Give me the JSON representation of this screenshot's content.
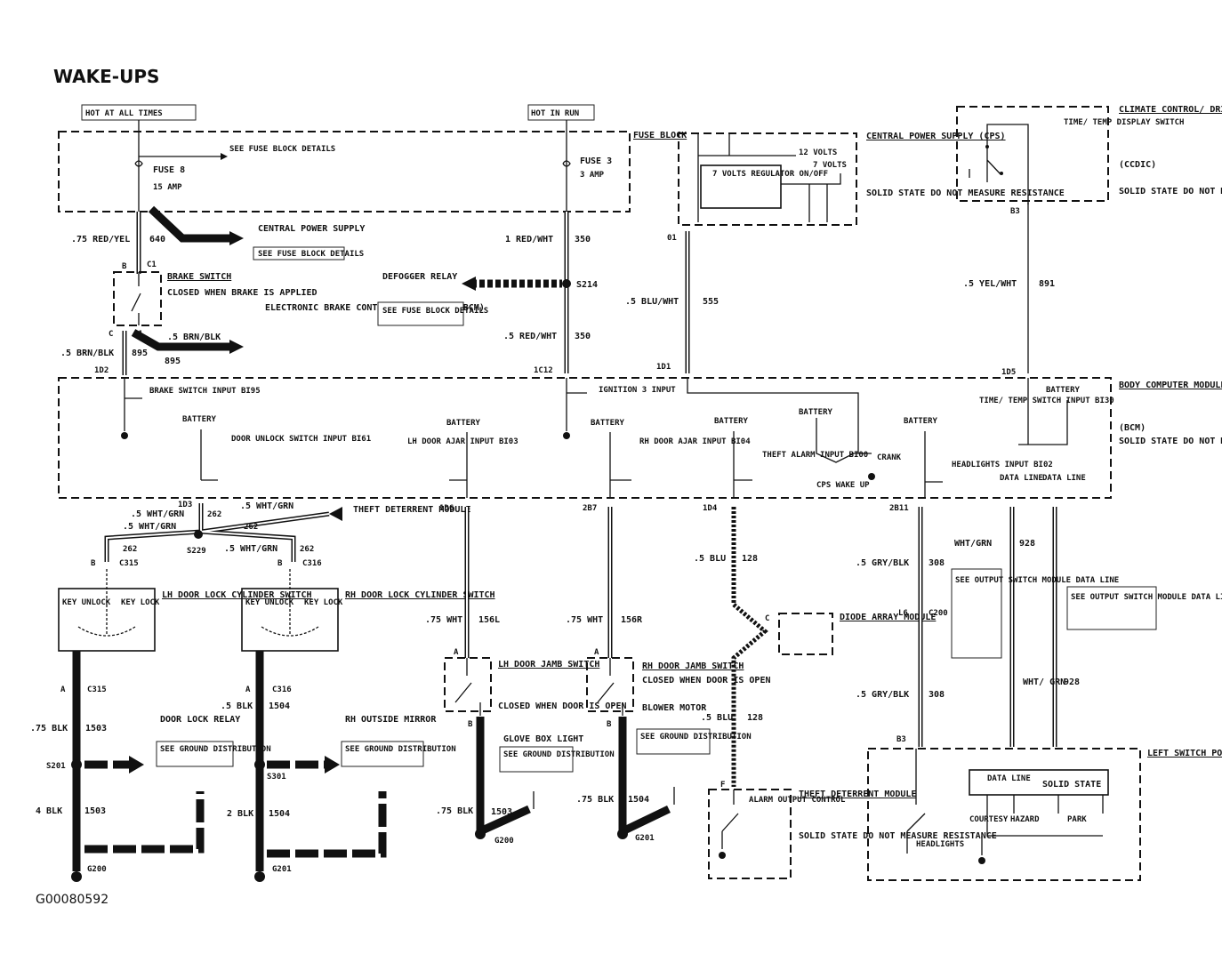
{
  "title": "WAKE-UPS",
  "figure_id": "G00080592",
  "top_inputs": {
    "left": "HOT AT ALL TIMES",
    "right": "HOT IN RUN"
  },
  "fuse_block": {
    "label": "FUSE BLOCK",
    "see_details": "SEE FUSE BLOCK DETAILS",
    "fuse8_name": "FUSE 8",
    "fuse8_rating": "15 AMP",
    "fuse3_name": "FUSE 3",
    "fuse3_rating": "3 AMP"
  },
  "cps": {
    "title": "CENTRAL POWER SUPPLY (CPS)",
    "desc": "SOLID STATE DO NOT MEASURE RESISTANCE",
    "v12": "12 VOLTS",
    "v7": "7 VOLTS",
    "regulator": "7 VOLTS REGULATOR ON/OFF",
    "pin": "01"
  },
  "ccdic": {
    "title": "CLIMATE CONTROL/ DRIVER INFORMATION CENTER",
    "abbr": "(CCDIC)",
    "desc": "SOLID STATE DO NOT MEASURE RESISTANCE",
    "switch": "TIME/ TEMP DISPLAY SWITCH",
    "pin": "B3"
  },
  "wires": {
    "w1_gauge": ".75 RED/YEL",
    "w1_circuit": "640",
    "w2_gauge": "1 RED/WHT",
    "w2_circuit": "350",
    "w3_gauge": ".5 BLU/WHT",
    "w3_circuit": "555",
    "w4_gauge": ".5 YEL/WHT",
    "w4_circuit": "891",
    "w5_gauge": ".5 RED/WHT",
    "w5_circuit": "350",
    "w6_gauge": ".5 BRN/BLK",
    "w6_circuit": "895",
    "w7_gauge": ".5 BRN/BLK",
    "w7_circuit": "895"
  },
  "callouts": {
    "cps_supply": "CENTRAL POWER SUPPLY",
    "cps_see": "SEE FUSE BLOCK DETAILS",
    "defogger": "DEFOGGER RELAY",
    "defogger_see": "SEE FUSE BLOCK DETAILS",
    "ebcm": "ELECTRONIC BRAKE CONTROLLER MODULE (EBCM)",
    "theft_top": "THEFT DETERRENT MODULE",
    "door_lock_relay": "DOOR LOCK RELAY",
    "see_ground": "SEE GROUND DISTRIBUTION",
    "rh_mirror": "RH OUTSIDE MIRROR",
    "glove_box": "GLOVE BOX LIGHT",
    "blower": "BLOWER MOTOR",
    "see_output": "SEE OUTPUT SWITCH MODULE DATA LINE",
    "see_output_right": "SEE OUTPUT SWITCH MODULE DATA LINE"
  },
  "brake_switch": {
    "name": "BRAKE SWITCH",
    "desc": "CLOSED WHEN BRAKE IS APPLIED",
    "pin_b": "B",
    "pin_c": "C",
    "conn": "C1"
  },
  "splices": {
    "s214": "S214",
    "s229": "S229",
    "s201": "S201",
    "s301": "S301"
  },
  "bcm": {
    "title": "BODY COMPUTER MODULE",
    "abbr": "(BCM)",
    "desc": "SOLID STATE DO NOT MEASURE RESISTANCE",
    "pins_top": [
      "1D2",
      "1C12",
      "1D1",
      "1D5"
    ],
    "pins_bottom": [
      "1D3",
      "1D6",
      "2B7",
      "1D4",
      "2B11"
    ],
    "brake_input": "BRAKE SWITCH INPUT BI95",
    "ignition": "IGNITION 3 INPUT",
    "battery": "BATTERY",
    "door_unlock": "DOOR UNLOCK SWITCH INPUT BI61",
    "lh_ajar": "LH DOOR AJAR INPUT BI03",
    "rh_ajar": "RH DOOR AJAR INPUT BI04",
    "theft_input": "THEFT ALARM INPUT BI00",
    "cps_wake": "CPS WAKE UP",
    "crank": "CRANK",
    "headlights_input": "HEADLIGHTS INPUT BI02",
    "time_temp": "TIME/ TEMP SWITCH INPUT BI30",
    "data_line": "DATA LINE"
  },
  "lower_wires": {
    "wht_grn_5": ".5 WHT/GRN",
    "c262": "262",
    "blu": ".5 BLU",
    "c128": "128",
    "gry_blk": ".5 GRY/BLK",
    "c308": "308",
    "wht_grn": "WHT/GRN",
    "c928": "928",
    "wht_grn_split": "WHT/ GRN",
    "wht_75": ".75 WHT",
    "c156l": "156L",
    "c156r": "156R",
    "blk_75": ".75 BLK",
    "c1503": "1503",
    "c1504": "1504",
    "blk_5": ".5 BLK",
    "blk_4": "4 BLK",
    "blk_2": "2 BLK"
  },
  "connectors": {
    "c315": "C315",
    "c316": "C316",
    "c200": "C200",
    "l6": "L6",
    "pin_a": "A",
    "pin_b": "B",
    "pin_c": "C",
    "pin_f": "F",
    "pin_b3": "B3"
  },
  "lock_switches": {
    "lh": "LH DOOR LOCK CYLINDER SWITCH",
    "rh": "RH DOOR LOCK CYLINDER SWITCH",
    "key_unlock": "KEY UNLOCK",
    "key_lock": "KEY LOCK"
  },
  "jamb_switches": {
    "lh": "LH DOOR JAMB SWITCH",
    "lh_desc": "CLOSED WHEN DOOR IS OPEN",
    "rh": "RH DOOR JAMB SWITCH",
    "rh_desc": "CLOSED WHEN DOOR IS OPEN"
  },
  "diode": "DIODE ARRAY MODULE",
  "theft_module": {
    "title": "THEFT DETERRENT MODULE",
    "desc": "SOLID STATE DO NOT MEASURE RESISTANCE",
    "alarm": "ALARM OUTPUT CONTROL"
  },
  "left_switch_pod": {
    "title": "LEFT SWITCH POD",
    "data_line": "DATA LINE",
    "solid_state": "SOLID STATE",
    "headlights": "HEADLIGHTS",
    "courtesy": "COURTESY",
    "hazard": "HAZARD",
    "park": "PARK"
  },
  "grounds": {
    "g200": "G200",
    "g201": "G201"
  }
}
